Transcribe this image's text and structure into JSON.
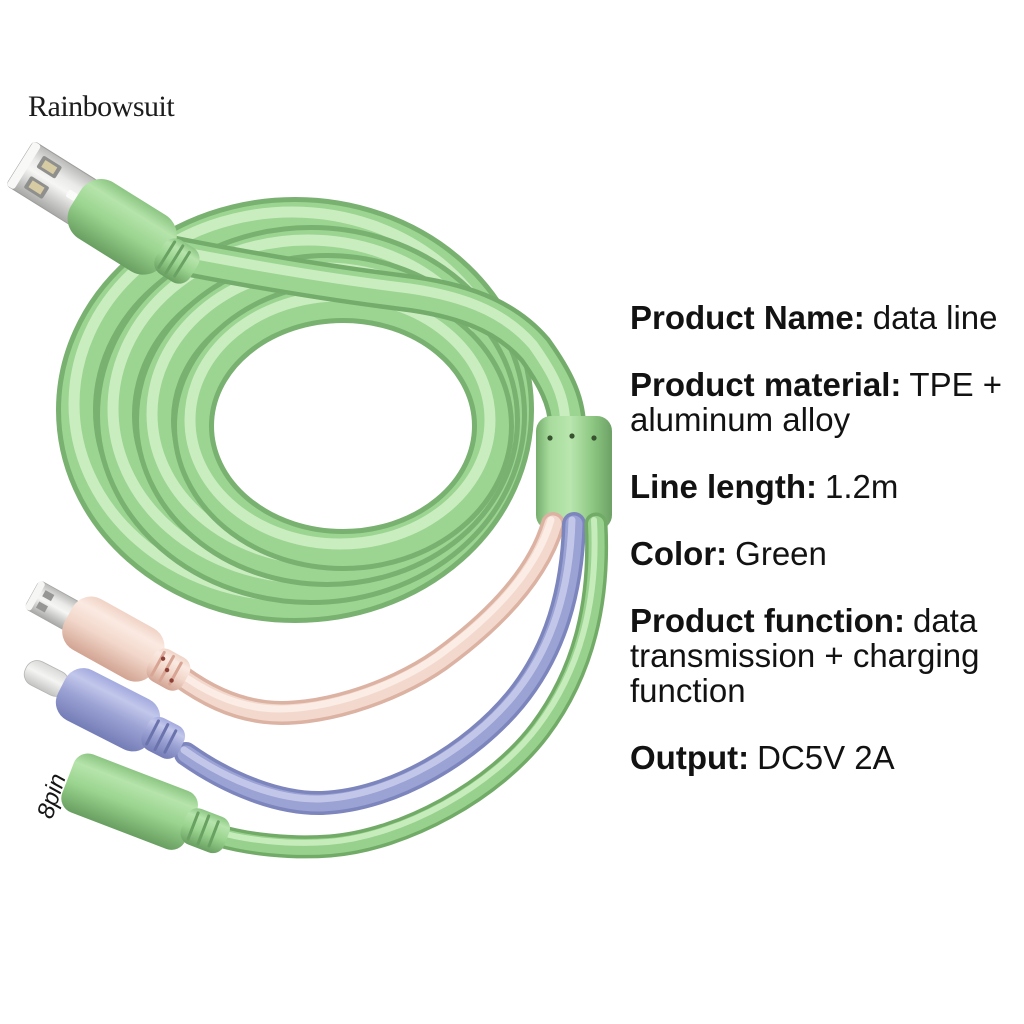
{
  "watermark": "Rainbowsuit",
  "figure": {
    "connector_tag": "8pin",
    "connectors": [
      "USB-A",
      "Micro-USB",
      "USB-C",
      "8pin Lightning"
    ],
    "cable_colors": {
      "main_green": "#9ad28f",
      "micro_usb_branch_pink": "#f3d9cd",
      "usb_c_branch_purple": "#9ba2d4",
      "lightning_branch_green": "#98d68e"
    }
  },
  "specs": [
    {
      "label": "Product Name:",
      "value": "data line"
    },
    {
      "label": "Product material:",
      "value": "TPE + aluminum alloy"
    },
    {
      "label": "Line length:",
      "value": "1.2m"
    },
    {
      "label": "Color:",
      "value": "Green"
    },
    {
      "label": "Product function:",
      "value": "data transmission + charging function"
    },
    {
      "label": "Output:",
      "value": "DC5V 2A"
    }
  ],
  "text_color": "#121212"
}
